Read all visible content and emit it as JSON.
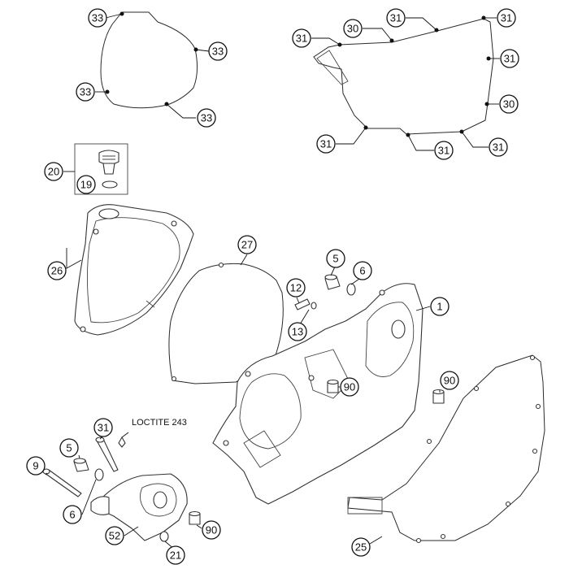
{
  "callouts": {
    "c33a": "33",
    "c33b": "33",
    "c33c": "33",
    "c33d": "33",
    "c31a": "31",
    "c31b": "31",
    "c31c": "31",
    "c31d": "31",
    "c31e": "31",
    "c31f": "31",
    "c30a": "30",
    "c30b": "30",
    "c20": "20",
    "c19": "19",
    "c26": "26",
    "c27": "27",
    "c5a": "5",
    "c6a": "6",
    "c12": "12",
    "c13": "13",
    "c1": "1",
    "c90a": "90",
    "c90b": "90",
    "c31g": "31",
    "c5b": "5",
    "c9": "9",
    "c6b": "6",
    "c52": "52",
    "c21": "21",
    "c90c": "90",
    "c25": "25"
  },
  "notes": {
    "loctite": "LOCTITE 243"
  }
}
